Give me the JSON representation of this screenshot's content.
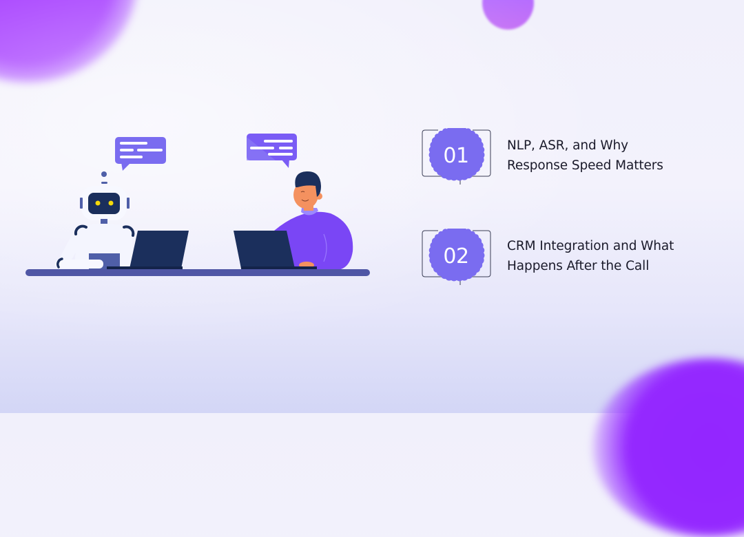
{
  "colors": {
    "accent_purple": "#7a6cf0",
    "blob_purple": "#9a24ff",
    "navy": "#1b2f5c",
    "desk": "#4f56a5",
    "sweater": "#7a46f5",
    "skin": "#f4915f",
    "robot_eye": "#f5d90a",
    "text": "#1a1a2a"
  },
  "illustration": {
    "robot_bubble_icon": "chat-bubble-icon",
    "person_bubble_icon": "chat-bubble-icon",
    "robot_label": "robot",
    "person_label": "person"
  },
  "topics": [
    {
      "number": "01",
      "lines": [
        "NLP, ASR, and Why",
        "Response Speed Matters"
      ]
    },
    {
      "number": "02",
      "lines": [
        "CRM Integration and What",
        "Happens After the Call"
      ]
    }
  ]
}
